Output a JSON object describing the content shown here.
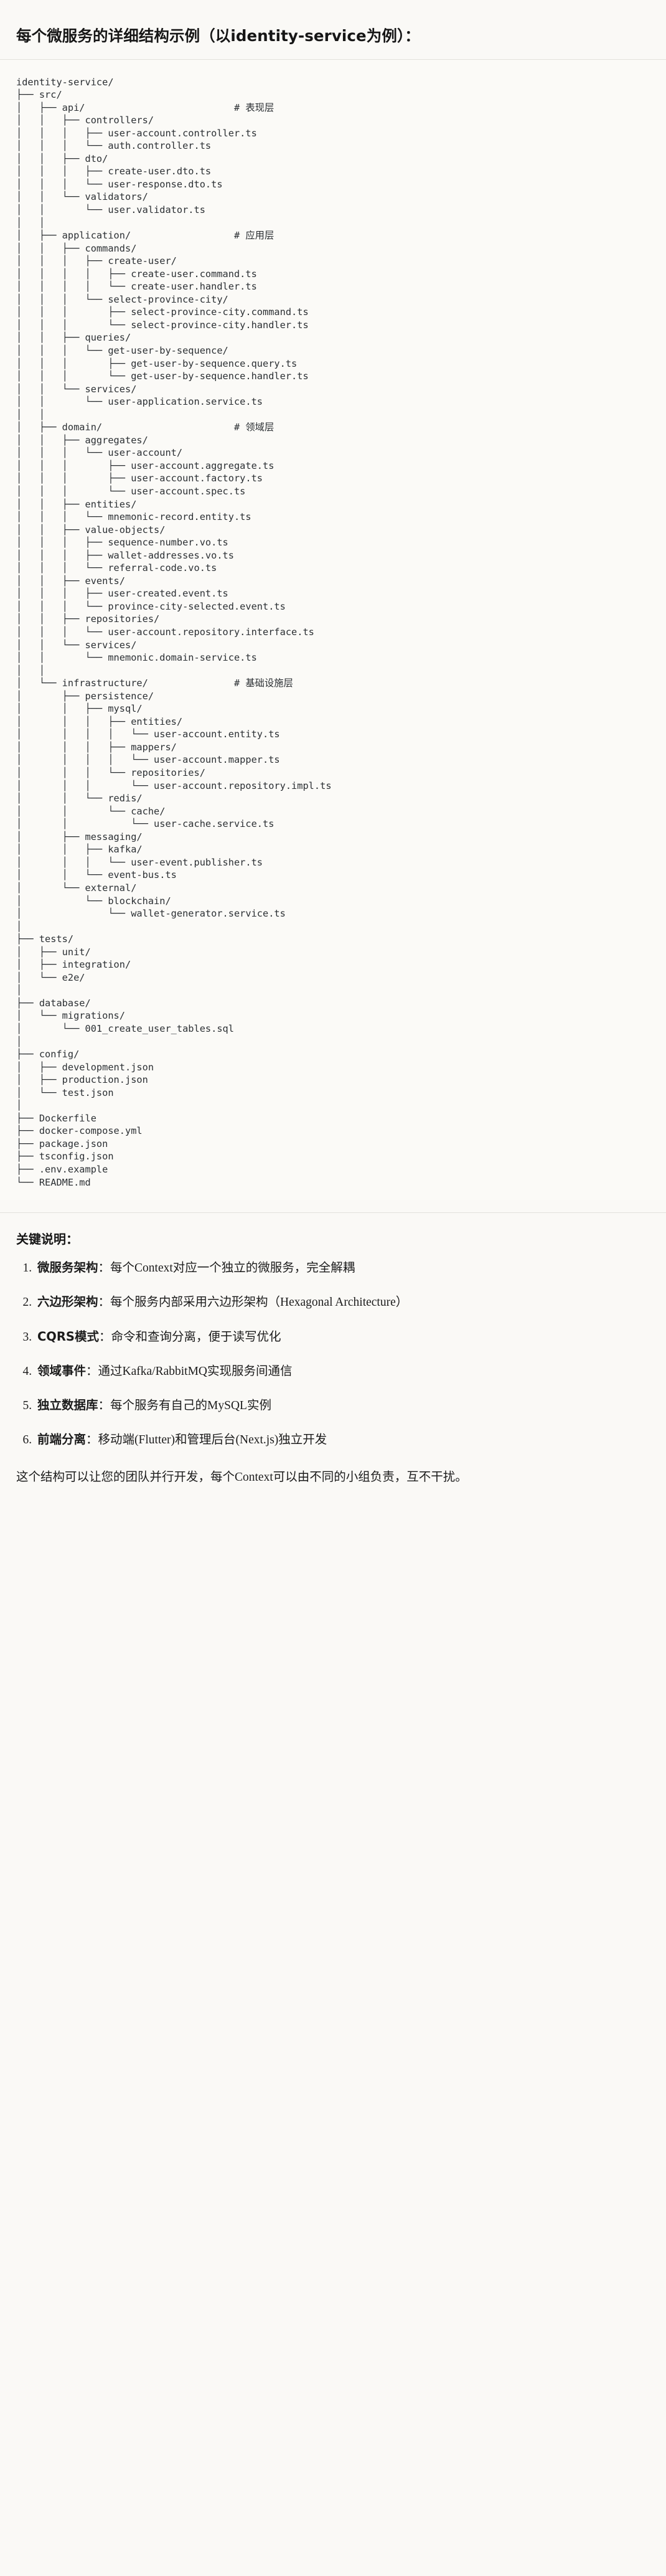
{
  "heading": "每个微服务的详细结构示例（以identity-service为例）：",
  "tree": {
    "root": "identity-service/",
    "text": "identity-service/\n├── src/\n│   ├── api/                          # 表现层\n│   │   ├── controllers/\n│   │   │   ├── user-account.controller.ts\n│   │   │   └── auth.controller.ts\n│   │   ├── dto/\n│   │   │   ├── create-user.dto.ts\n│   │   │   └── user-response.dto.ts\n│   │   └── validators/\n│   │       └── user.validator.ts\n│   │\n│   ├── application/                  # 应用层\n│   │   ├── commands/\n│   │   │   ├── create-user/\n│   │   │   │   ├── create-user.command.ts\n│   │   │   │   └── create-user.handler.ts\n│   │   │   └── select-province-city/\n│   │   │       ├── select-province-city.command.ts\n│   │   │       └── select-province-city.handler.ts\n│   │   ├── queries/\n│   │   │   └── get-user-by-sequence/\n│   │   │       ├── get-user-by-sequence.query.ts\n│   │   │       └── get-user-by-sequence.handler.ts\n│   │   └── services/\n│   │       └── user-application.service.ts\n│   │\n│   ├── domain/                       # 领域层\n│   │   ├── aggregates/\n│   │   │   └── user-account/\n│   │   │       ├── user-account.aggregate.ts\n│   │   │       ├── user-account.factory.ts\n│   │   │       └── user-account.spec.ts\n│   │   ├── entities/\n│   │   │   └── mnemonic-record.entity.ts\n│   │   ├── value-objects/\n│   │   │   ├── sequence-number.vo.ts\n│   │   │   ├── wallet-addresses.vo.ts\n│   │   │   └── referral-code.vo.ts\n│   │   ├── events/\n│   │   │   ├── user-created.event.ts\n│   │   │   └── province-city-selected.event.ts\n│   │   ├── repositories/\n│   │   │   └── user-account.repository.interface.ts\n│   │   └── services/\n│   │       └── mnemonic.domain-service.ts\n│   │\n│   └── infrastructure/               # 基础设施层\n│       ├── persistence/\n│       │   ├── mysql/\n│       │   │   ├── entities/\n│       │   │   │   └── user-account.entity.ts\n│       │   │   ├── mappers/\n│       │   │   │   └── user-account.mapper.ts\n│       │   │   └── repositories/\n│       │   │       └── user-account.repository.impl.ts\n│       │   └── redis/\n│       │       └── cache/\n│       │           └── user-cache.service.ts\n│       ├── messaging/\n│       │   ├── kafka/\n│       │   │   └── user-event.publisher.ts\n│       │   └── event-bus.ts\n│       └── external/\n│           └── blockchain/\n│               └── wallet-generator.service.ts\n│\n├── tests/\n│   ├── unit/\n│   ├── integration/\n│   └── e2e/\n│\n├── database/\n│   └── migrations/\n│       └── 001_create_user_tables.sql\n│\n├── config/\n│   ├── development.json\n│   ├── production.json\n│   └── test.json\n│\n├── Dockerfile\n├── docker-compose.yml\n├── package.json\n├── tsconfig.json\n├── .env.example\n└── README.md",
    "layer_comments": [
      "# 表现层",
      "# 应用层",
      "# 领域层",
      "# 基础设施层"
    ],
    "top_level_entries": [
      "src/",
      "tests/",
      "database/",
      "config/",
      "Dockerfile",
      "docker-compose.yml",
      "package.json",
      "tsconfig.json",
      ".env.example",
      "README.md"
    ]
  },
  "notes": {
    "title": "关键说明：",
    "items": [
      {
        "term": "微服务架构",
        "sep": "：",
        "desc": "每个Context对应一个独立的微服务，完全解耦"
      },
      {
        "term": "六边形架构",
        "sep": "：",
        "desc": "每个服务内部采用六边形架构（Hexagonal Architecture）"
      },
      {
        "term": "CQRS模式",
        "sep": "：",
        "desc": "命令和查询分离，便于读写优化"
      },
      {
        "term": "领域事件",
        "sep": "：",
        "desc": "通过Kafka/RabbitMQ实现服务间通信"
      },
      {
        "term": "独立数据库",
        "sep": "：",
        "desc": "每个服务有自己的MySQL实例"
      },
      {
        "term": "前端分离",
        "sep": "：",
        "desc": "移动端(Flutter)和管理后台(Next.js)独立开发"
      }
    ],
    "closing": "这个结构可以让您的团队并行开发，每个Context可以由不同的小组负责，互不干扰。"
  },
  "colors": {
    "background": "#faf9f6",
    "text": "#1a1a1a",
    "code_text": "#2b2f33",
    "rule": "#e3e1dc"
  }
}
